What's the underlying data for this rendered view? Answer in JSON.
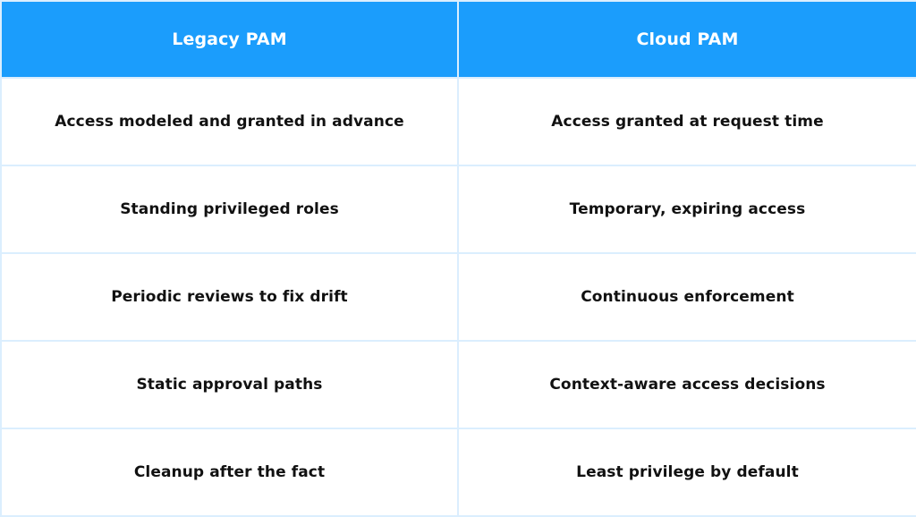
{
  "header": {
    "left": "Legacy PAM",
    "right": "Cloud PAM"
  },
  "rows": [
    {
      "legacy": "Access modeled and granted in advance",
      "cloud": "Access granted at request time"
    },
    {
      "legacy": "Standing privileged roles",
      "cloud": "Temporary, expiring access"
    },
    {
      "legacy": "Periodic reviews to fix drift",
      "cloud": "Continuous enforcement"
    },
    {
      "legacy": "Static approval paths",
      "cloud": "Context-aware access decisions"
    },
    {
      "legacy": "Cleanup after the fact",
      "cloud": "Least privilege by default"
    }
  ],
  "colors": {
    "header_bg": "#1b9dfc",
    "header_text": "#ffffff",
    "border": "#dbeefe",
    "cell_text": "#111111"
  }
}
